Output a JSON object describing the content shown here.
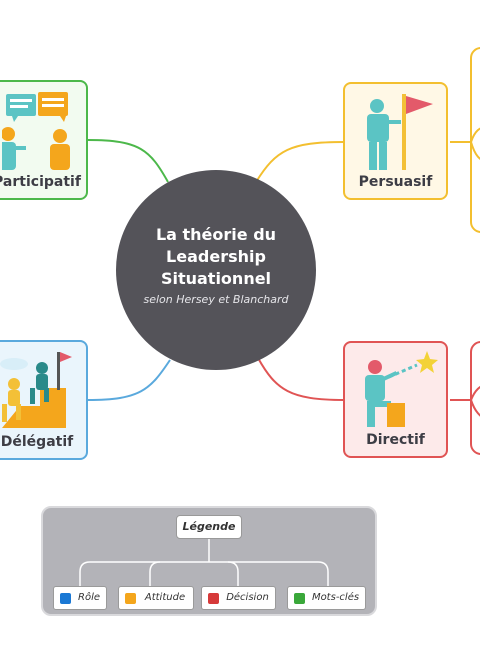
{
  "center": {
    "title_lines": [
      "La théorie du",
      "Leadership",
      "Situationnel"
    ],
    "subtitle": "selon Hersey et Blanchard"
  },
  "branches": {
    "participatif": {
      "label": "Participatif",
      "color": "#4cb84a",
      "bg": "#f2fbf0"
    },
    "persuasif": {
      "label": "Persuasif",
      "color": "#f3bf2f",
      "bg": "#fff8e6"
    },
    "delegatif": {
      "label": "Délégatif",
      "color": "#5aa9dd",
      "bg": "#eaf5fc"
    },
    "directif": {
      "label": "Directif",
      "color": "#e05454",
      "bg": "#fdeaea"
    }
  },
  "legend": {
    "title": "Légende",
    "items": [
      {
        "label": "Rôle",
        "color": "#1a78d4"
      },
      {
        "label": "Attitude",
        "color": "#f4a61c"
      },
      {
        "label": "Décision",
        "color": "#d63a3a"
      },
      {
        "label": "Mots-clés",
        "color": "#3aa83a"
      }
    ]
  }
}
